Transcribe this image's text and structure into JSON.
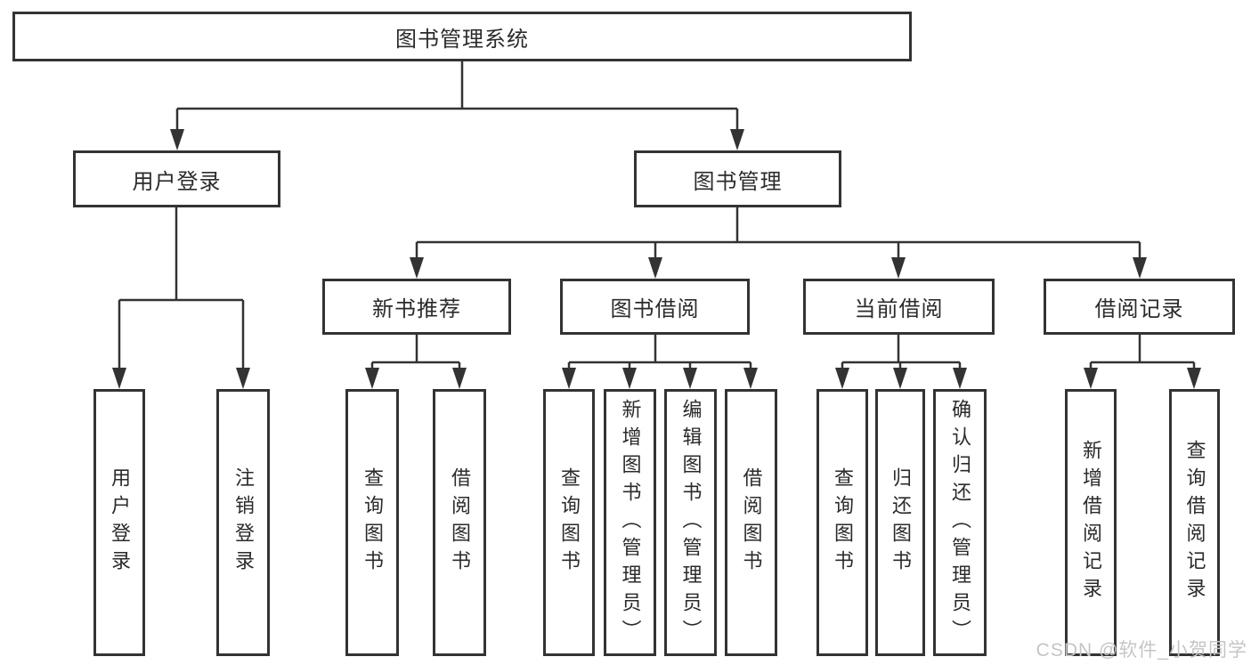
{
  "colors": {
    "line": "#333333",
    "box_border": "#333333",
    "text": "#2b2b2b",
    "watermark": "#c5c5c5",
    "background": "#ffffff"
  },
  "watermark": {
    "text": "CSDN @软件_小贺同学"
  },
  "diagram": {
    "type": "hierarchy-tree",
    "root": {
      "label": "图书管理系统"
    },
    "branches": [
      {
        "label": "用户登录",
        "children": [
          {
            "label": "用户登录"
          },
          {
            "label": "注销登录"
          }
        ]
      },
      {
        "label": "图书管理",
        "children": [
          {
            "label": "新书推荐",
            "children": [
              {
                "label": "查询图书"
              },
              {
                "label": "借阅图书"
              }
            ]
          },
          {
            "label": "图书借阅",
            "children": [
              {
                "label": "查询图书"
              },
              {
                "label": "新增图书（管理员）"
              },
              {
                "label": "编辑图书（管理员）"
              },
              {
                "label": "借阅图书"
              }
            ]
          },
          {
            "label": "当前借阅",
            "children": [
              {
                "label": "查询图书"
              },
              {
                "label": "归还图书"
              },
              {
                "label": "确认归还（管理员）"
              }
            ]
          },
          {
            "label": "借阅记录",
            "children": [
              {
                "label": "新增借阅记录"
              },
              {
                "label": "查询借阅记录"
              }
            ]
          }
        ]
      }
    ]
  }
}
